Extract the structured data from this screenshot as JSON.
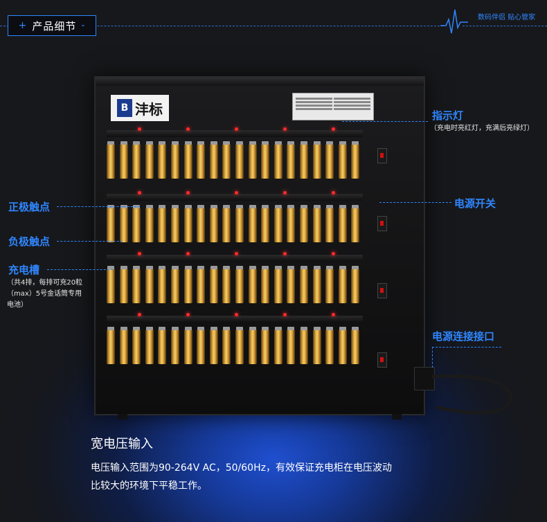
{
  "header": {
    "section_label": "产品细节",
    "tag_mark": "+",
    "tag_mark_right": "-",
    "slogan": "数码伴侣 贴心管家"
  },
  "logo": {
    "mark": "B",
    "name": "沣标"
  },
  "callouts": {
    "indicator": {
      "title": "指示灯",
      "note": "（充电时亮红灯，充满后亮绿灯）"
    },
    "power_switch": {
      "title": "电源开关"
    },
    "power_port": {
      "title": "电源连接接口"
    },
    "positive": {
      "title": "正极触点"
    },
    "negative": {
      "title": "负极触点"
    },
    "slot": {
      "title": "充电槽",
      "note_line1": "（共4排，每排可充20粒",
      "note_line2": "（max）5号金话筒专用",
      "note_line3": "电池）"
    }
  },
  "feature": {
    "title": "宽电压输入",
    "desc_line1": "电压输入范围为90-264V AC，50/60Hz，有效保证充电柜在电压波动",
    "desc_line2": "比较大的环境下平稳工作。"
  },
  "colors": {
    "accent": "#2f86ff",
    "led": "#ff2a2a",
    "battery": "#d9a23b"
  }
}
